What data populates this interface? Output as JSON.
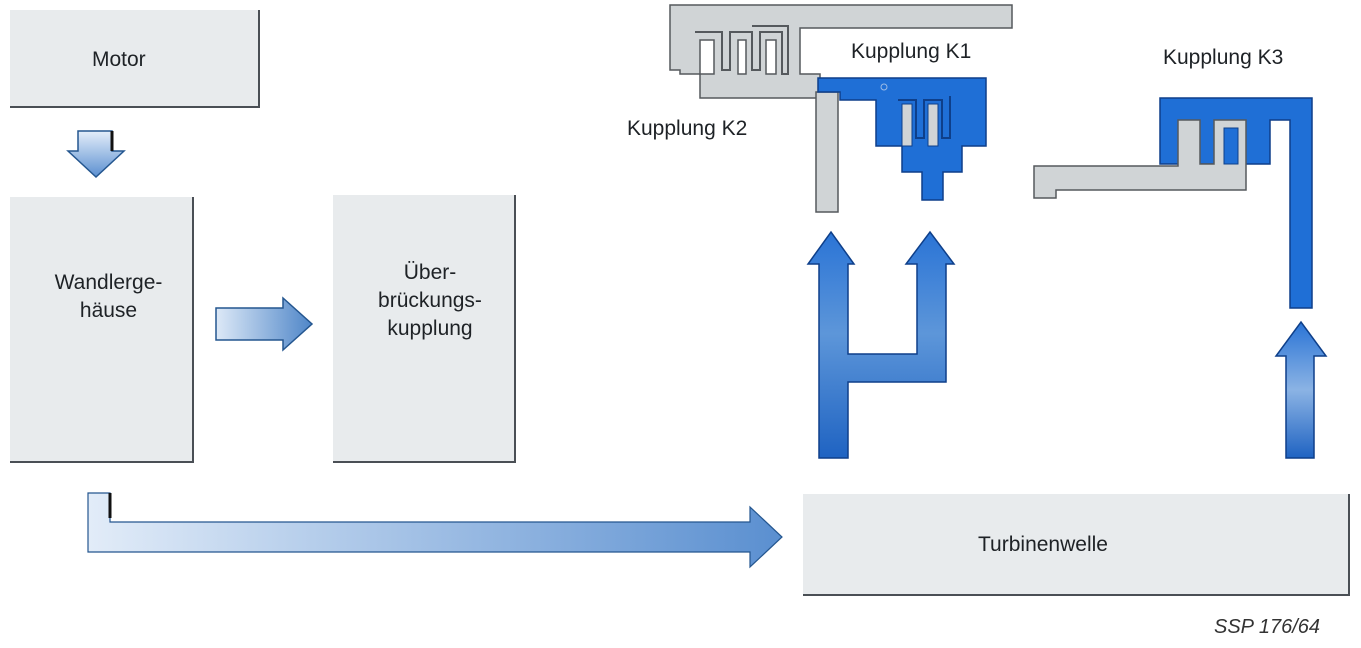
{
  "nodes": {
    "motor": "Motor",
    "wandlergehaeuse": "Wandlerge-\nhäuse",
    "ueberbrueckung": "Über-\nbrückungs-\nkupplung",
    "turbinenwelle": "Turbinenwelle"
  },
  "clutches": {
    "k1": "Kupplung K1",
    "k2": "Kupplung K2",
    "k3": "Kupplung K3"
  },
  "reference": "SSP 176/64",
  "colors": {
    "box_fill": "#e8ebed",
    "clutch_blue": "#1f6fd6",
    "clutch_grey": "#d0d4d6",
    "arrow_light": "#dce9f7",
    "arrow_dark": "#4f86c8"
  }
}
